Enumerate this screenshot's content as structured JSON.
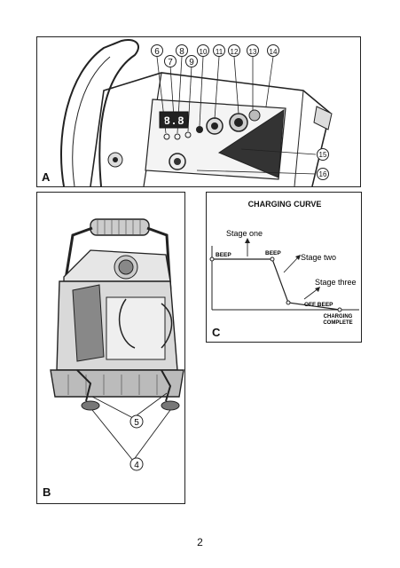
{
  "panel_a": {
    "letter": "A",
    "callouts": [
      "6",
      "7",
      "8",
      "9",
      "10",
      "11",
      "12",
      "13",
      "14",
      "15",
      "16"
    ],
    "display_digits": "8.8"
  },
  "panel_b": {
    "letter": "B",
    "callouts": [
      "5",
      "4"
    ]
  },
  "panel_c": {
    "letter": "C",
    "title": "CHARGING CURVE",
    "labels": {
      "stage_one": "Stage one",
      "stage_two": "Stage two",
      "stage_three": "Stage three",
      "beep_left": "BEEP",
      "beep_right": "BEEP",
      "off_beep": "OFF BEEP",
      "complete_line1": "CHARGING",
      "complete_line2": "COMPLETE"
    }
  },
  "page_number": "2"
}
